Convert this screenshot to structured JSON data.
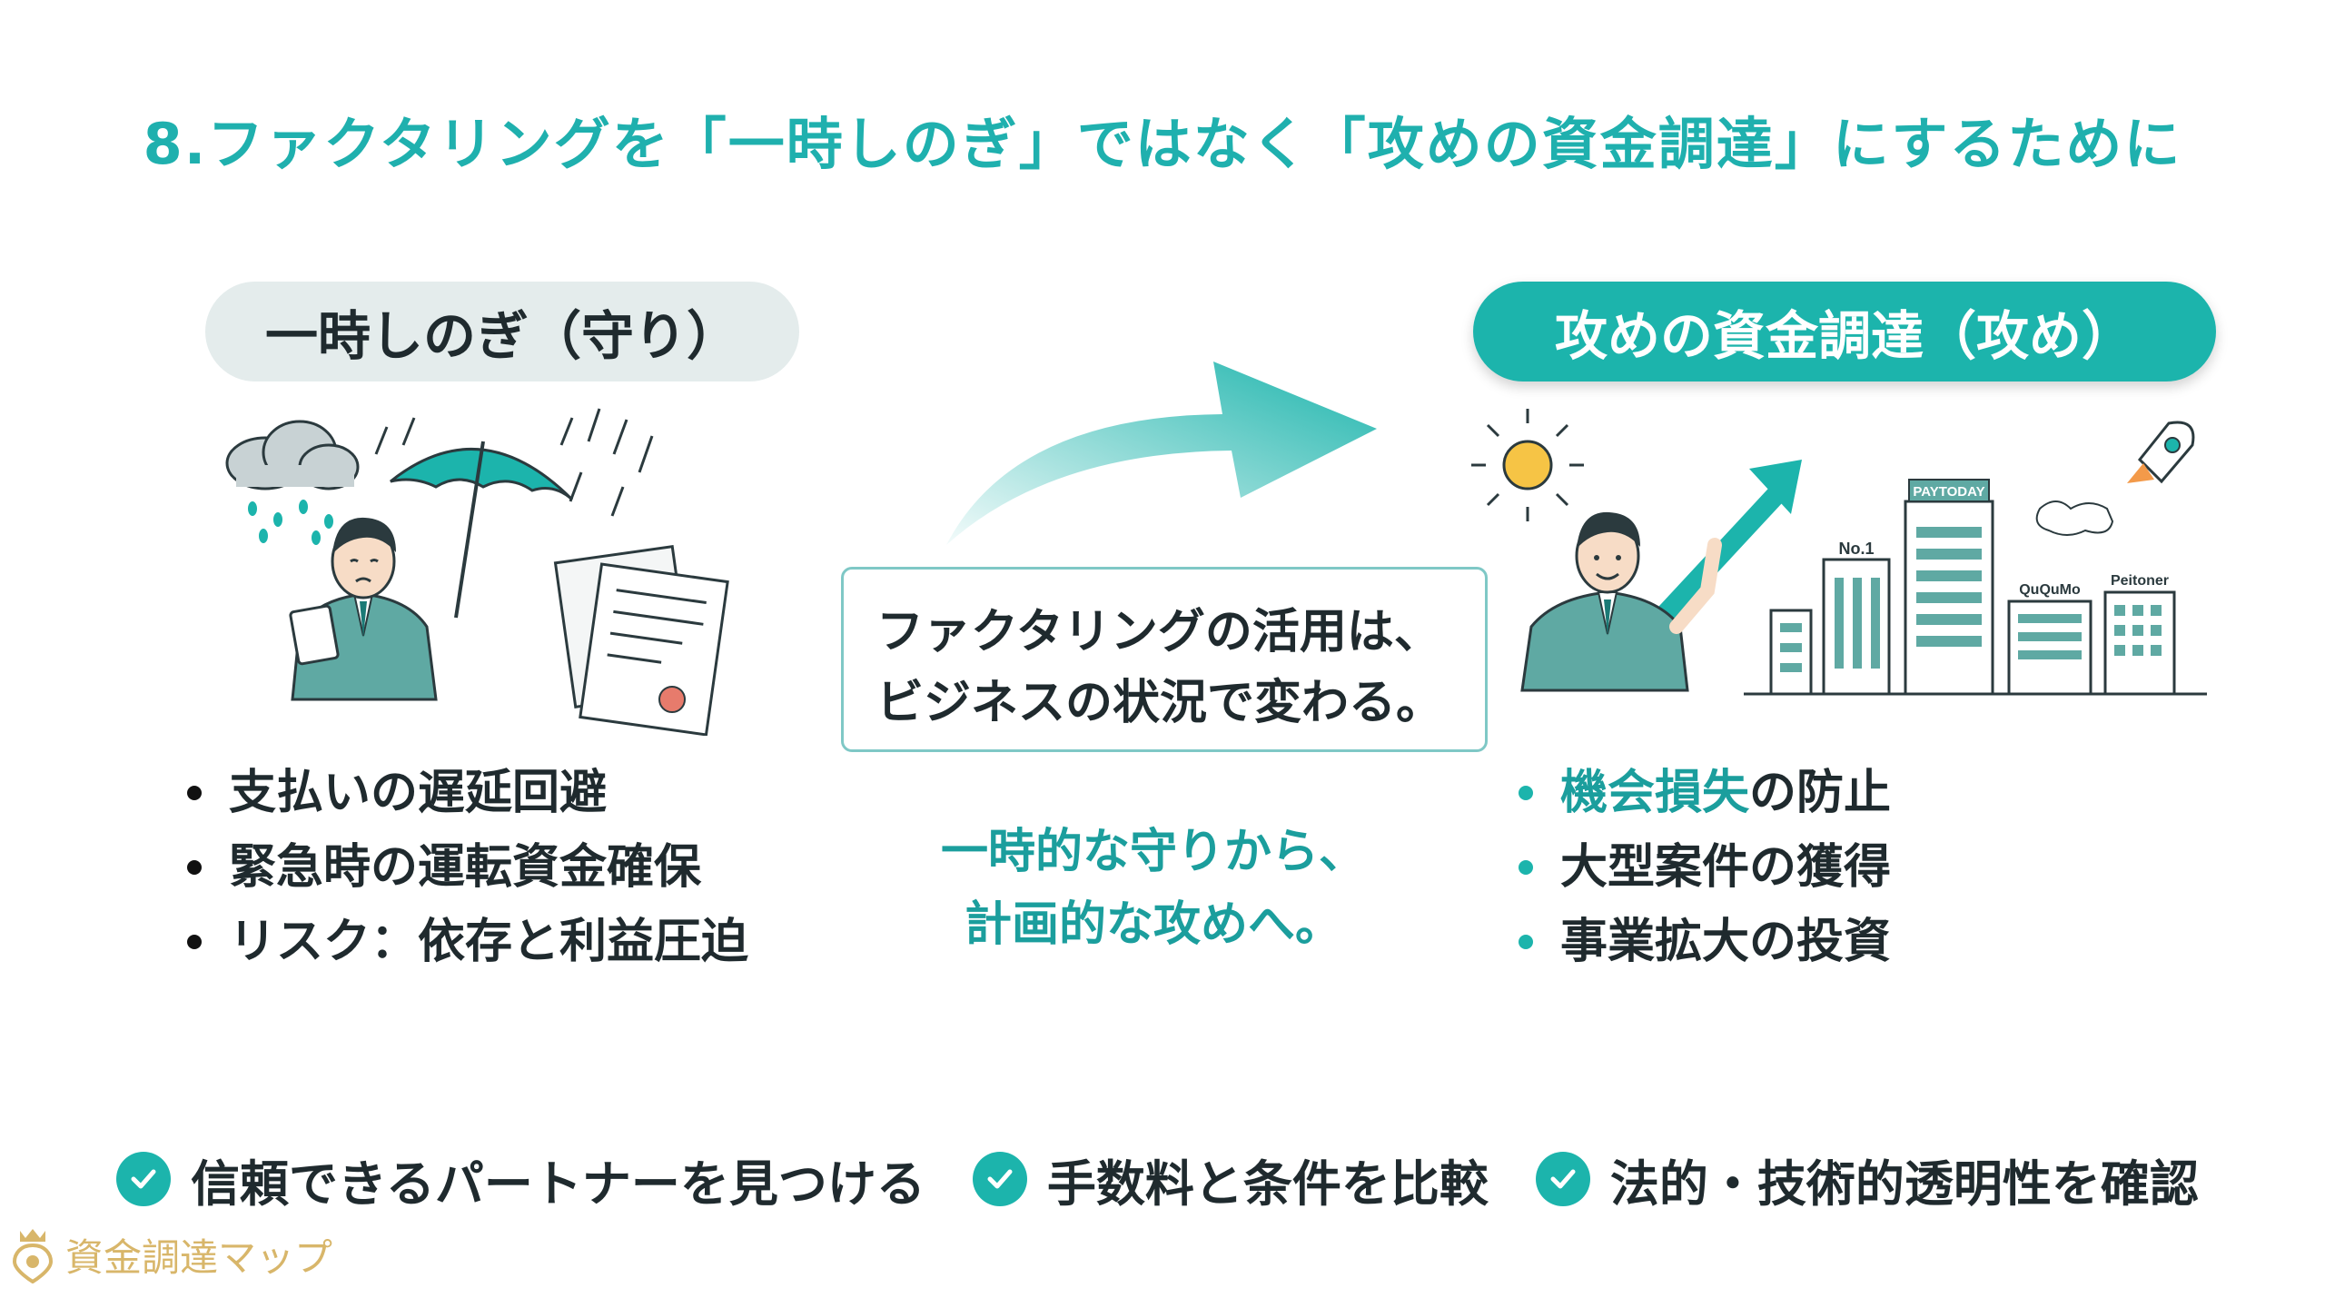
{
  "title": "8.ファクタリングを「一時しのぎ」ではなく「攻めの資金調達」にするために",
  "left": {
    "heading": "一時しのぎ（守り）",
    "bullets": [
      "支払いの遅延回避",
      "緊急時の運転資金確保",
      "リスク：依存と利益圧迫"
    ]
  },
  "right": {
    "heading": "攻めの資金調達（攻め）",
    "bullets": [
      {
        "highlight": "機会損失",
        "rest": "の防止"
      },
      {
        "highlight": "",
        "rest": "大型案件の獲得"
      },
      {
        "highlight": "",
        "rest": "事業拡大の投資"
      }
    ],
    "buildings": {
      "no1": "No.1",
      "paytoday": "PAYTODAY",
      "ququmo": "QuQuMo",
      "peitoner": "Peitoner"
    }
  },
  "center": {
    "box_line1": "ファクタリングの活用は、",
    "box_line2": "ビジネスの状況で変わる。",
    "caption_line1": "一時的な守りから、",
    "caption_line2": "計画的な攻めへ。"
  },
  "checklist": [
    "信頼できるパートナーを見つける",
    "手数料と条件を比較",
    "法的・技術的透明性を確認"
  ],
  "brand": "資金調達マップ",
  "colors": {
    "accent": "#1cb4ac",
    "accent_dark": "#1b9e9d",
    "brand_gold": "#d8b66a",
    "pill_gray": "#e4ecec"
  },
  "icons": [
    "rain-cloud-icon",
    "umbrella-icon",
    "documents-icon",
    "sun-icon",
    "rocket-icon",
    "growth-arrow-icon",
    "check-icon",
    "map-pin-logo-icon"
  ]
}
